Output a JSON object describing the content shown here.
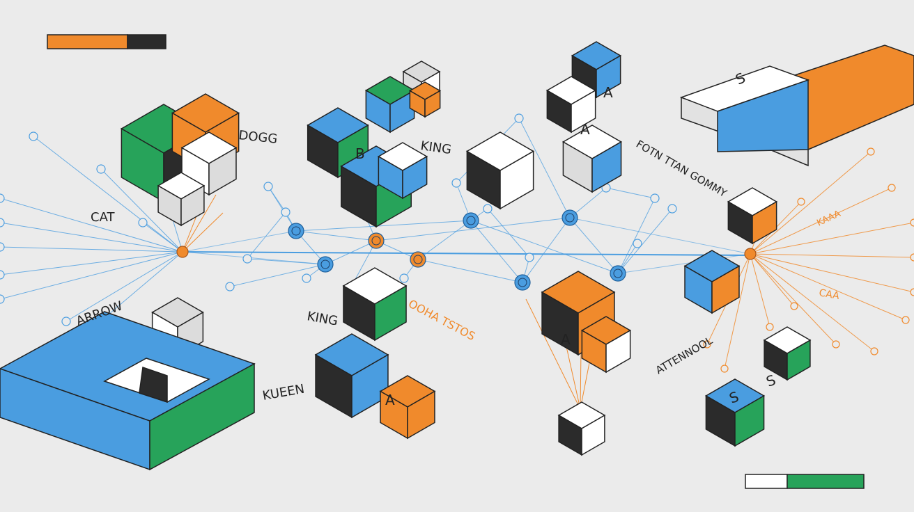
{
  "palette": {
    "orange": "#f08a2c",
    "blue": "#4a9de0",
    "green": "#27a35a",
    "black": "#2b2b2b",
    "white": "#ffffff",
    "light": "#dcdcdc",
    "background": "#ebebeb"
  },
  "labels": {
    "dogg": "DOGG",
    "cat": "CAT",
    "king_top": "KING",
    "king_mid": "KING",
    "kueen": "KUEEN",
    "arrow": "ARROW",
    "vertical_word": "FOTN TTAN GOMMY",
    "attention": "ATTENNOOL",
    "orange_mid": "OOHA TSTOS",
    "orange_right_top": "KAAA",
    "orange_right_mid": "CAA"
  },
  "glyphs": {
    "b": "B",
    "a_top1": "A",
    "a_top2": "A",
    "s_top": "S",
    "a_mid": "A",
    "a_bottom": "A",
    "s_bottom1": "S",
    "s_bottom2": "S"
  }
}
